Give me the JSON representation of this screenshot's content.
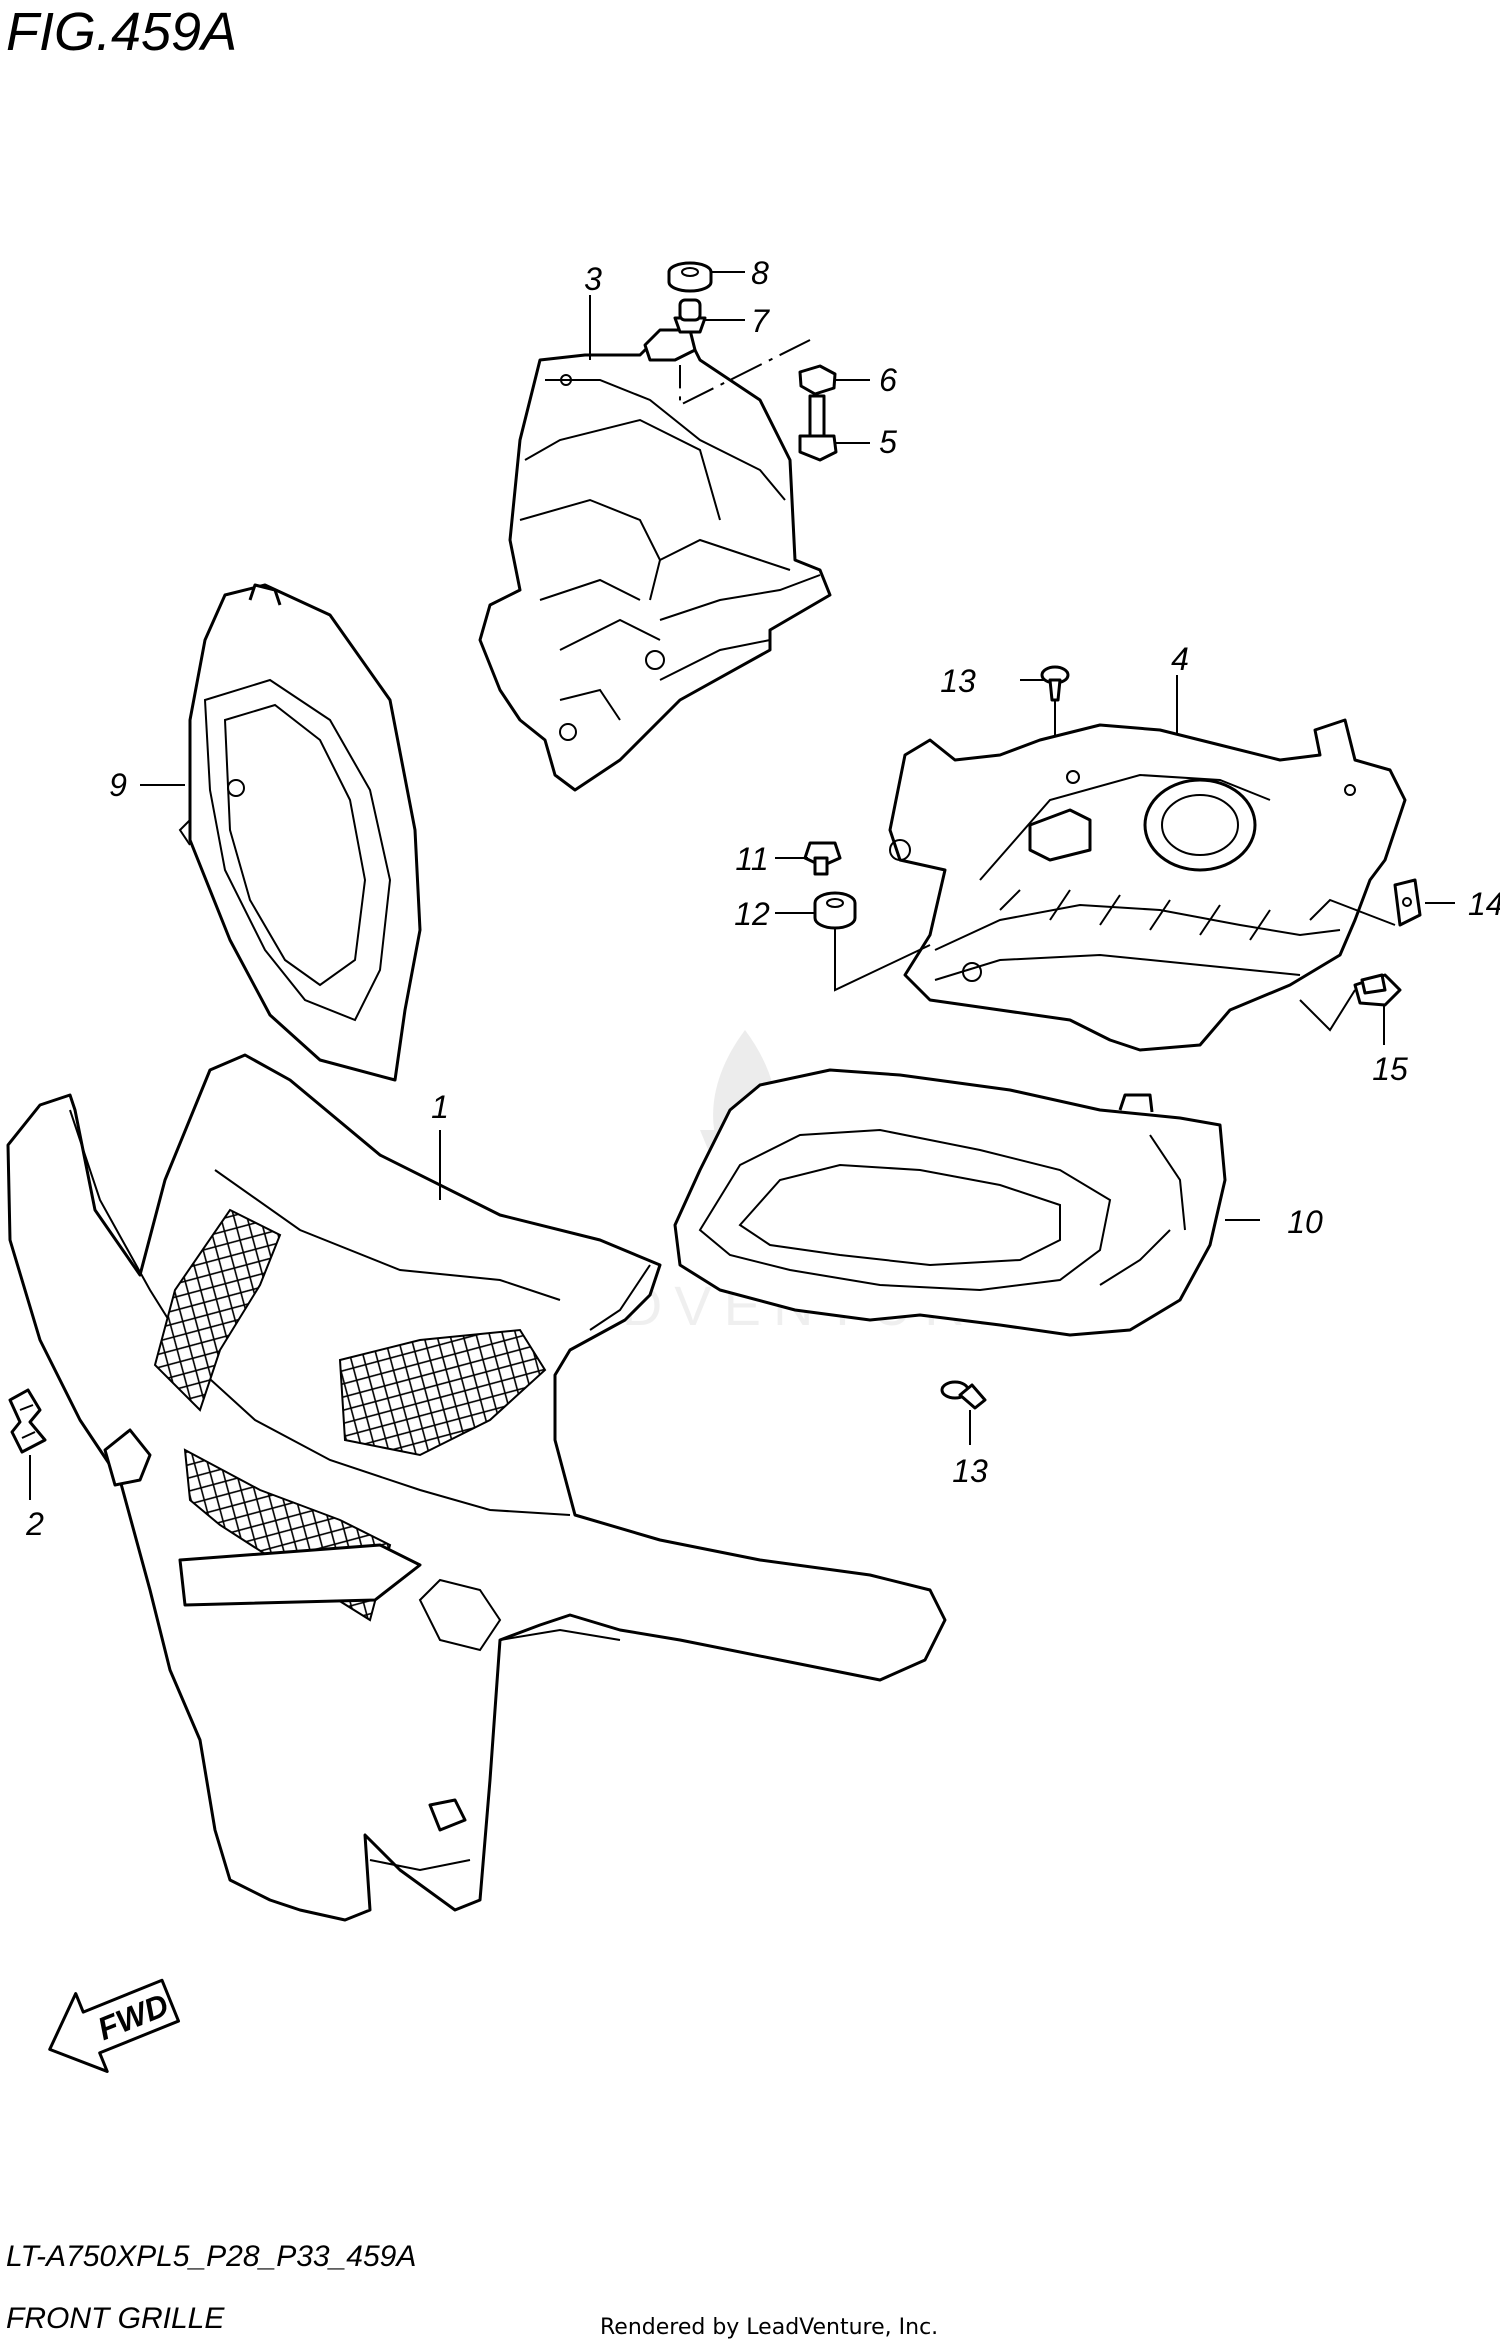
{
  "figure": {
    "title": "FIG.459A",
    "model_code": "LT-A750XPL5_P28_P33_459A",
    "caption": "FRONT GRILLE",
    "rendered_by": "Rendered by LeadVenture, Inc.",
    "watermark": "LEADVENTURE",
    "fwd_label": "FWD"
  },
  "callouts": [
    {
      "id": "c1",
      "label": "1",
      "part": "front-grille"
    },
    {
      "id": "c2",
      "label": "2",
      "part": "emblem"
    },
    {
      "id": "c3",
      "label": "3",
      "part": "headlight-bracket-upper"
    },
    {
      "id": "c4",
      "label": "4",
      "part": "headlight-bracket-lower"
    },
    {
      "id": "c5",
      "label": "5",
      "part": "bolt"
    },
    {
      "id": "c6",
      "label": "6",
      "part": "nut"
    },
    {
      "id": "c7",
      "label": "7",
      "part": "collar"
    },
    {
      "id": "c8",
      "label": "8",
      "part": "cushion"
    },
    {
      "id": "c9",
      "label": "9",
      "part": "headlight-cover-left"
    },
    {
      "id": "c10",
      "label": "10",
      "part": "headlight-cover-right"
    },
    {
      "id": "c11",
      "label": "11",
      "part": "screw"
    },
    {
      "id": "c12",
      "label": "12",
      "part": "grommet"
    },
    {
      "id": "c13a",
      "label": "13",
      "part": "tapping-screw"
    },
    {
      "id": "c13b",
      "label": "13",
      "part": "tapping-screw"
    },
    {
      "id": "c14",
      "label": "14",
      "part": "clip-nut"
    },
    {
      "id": "c15",
      "label": "15",
      "part": "fastener"
    }
  ]
}
